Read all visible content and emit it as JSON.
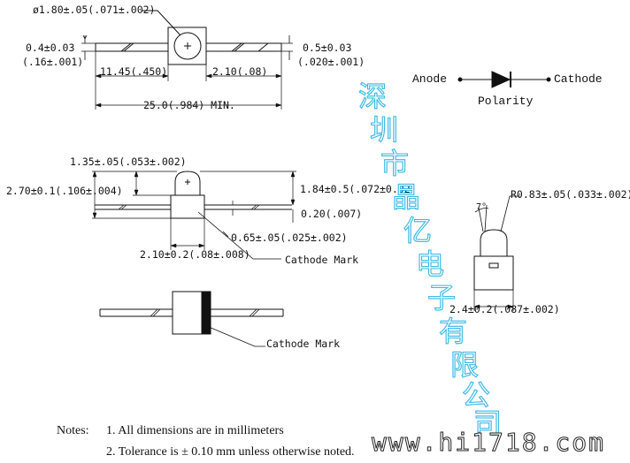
{
  "top_view": {
    "lens_dia": "ø1.80±.05(.071±.002)",
    "left_lead_thk": "0.4±0.03",
    "left_lead_thk_in": "(.16±.001)",
    "right_lead_thk": "0.5±0.03",
    "right_lead_thk_in": "(.020±.001)",
    "left_len": "11.45(.450)",
    "right_len": "2.10(.08)",
    "total_len": "25.0(.984) MIN."
  },
  "symbol": {
    "anode": "Anode",
    "cathode": "Cathode",
    "polarity": "Polarity"
  },
  "side_view": {
    "top_dim": "1.35±.05(.053±.002)",
    "height": "2.70±0.1(.106±.004)",
    "right_height": "1.84±0.5(.072±0.02)",
    "lead_dim": "0.20(.007)",
    "mark_dim": "0.65±.05(.025±.002)",
    "body_width": "2.10±0.2(.08±.008)",
    "cathode_mark": "Cathode Mark"
  },
  "end_view": {
    "radius": "R0.83±.05(.033±.002)",
    "angle": "7°",
    "width": "2.4±0.2(.087±.002)"
  },
  "bottom_view": {
    "cathode_mark": "Cathode Mark"
  },
  "notes": {
    "heading": "Notes:",
    "line1": "1. All dimensions are in millimeters",
    "line2": "2. Tolerance is ± 0.10 mm unless otherwise noted."
  },
  "watermark": {
    "chars": [
      "深",
      "圳",
      "市",
      "晶",
      "亿",
      "电",
      "子",
      "有",
      "限",
      "公",
      "司"
    ],
    "url": "www.hi1718.com"
  },
  "colors": {
    "watermark": "#39b8e6",
    "ink": "#111111"
  }
}
